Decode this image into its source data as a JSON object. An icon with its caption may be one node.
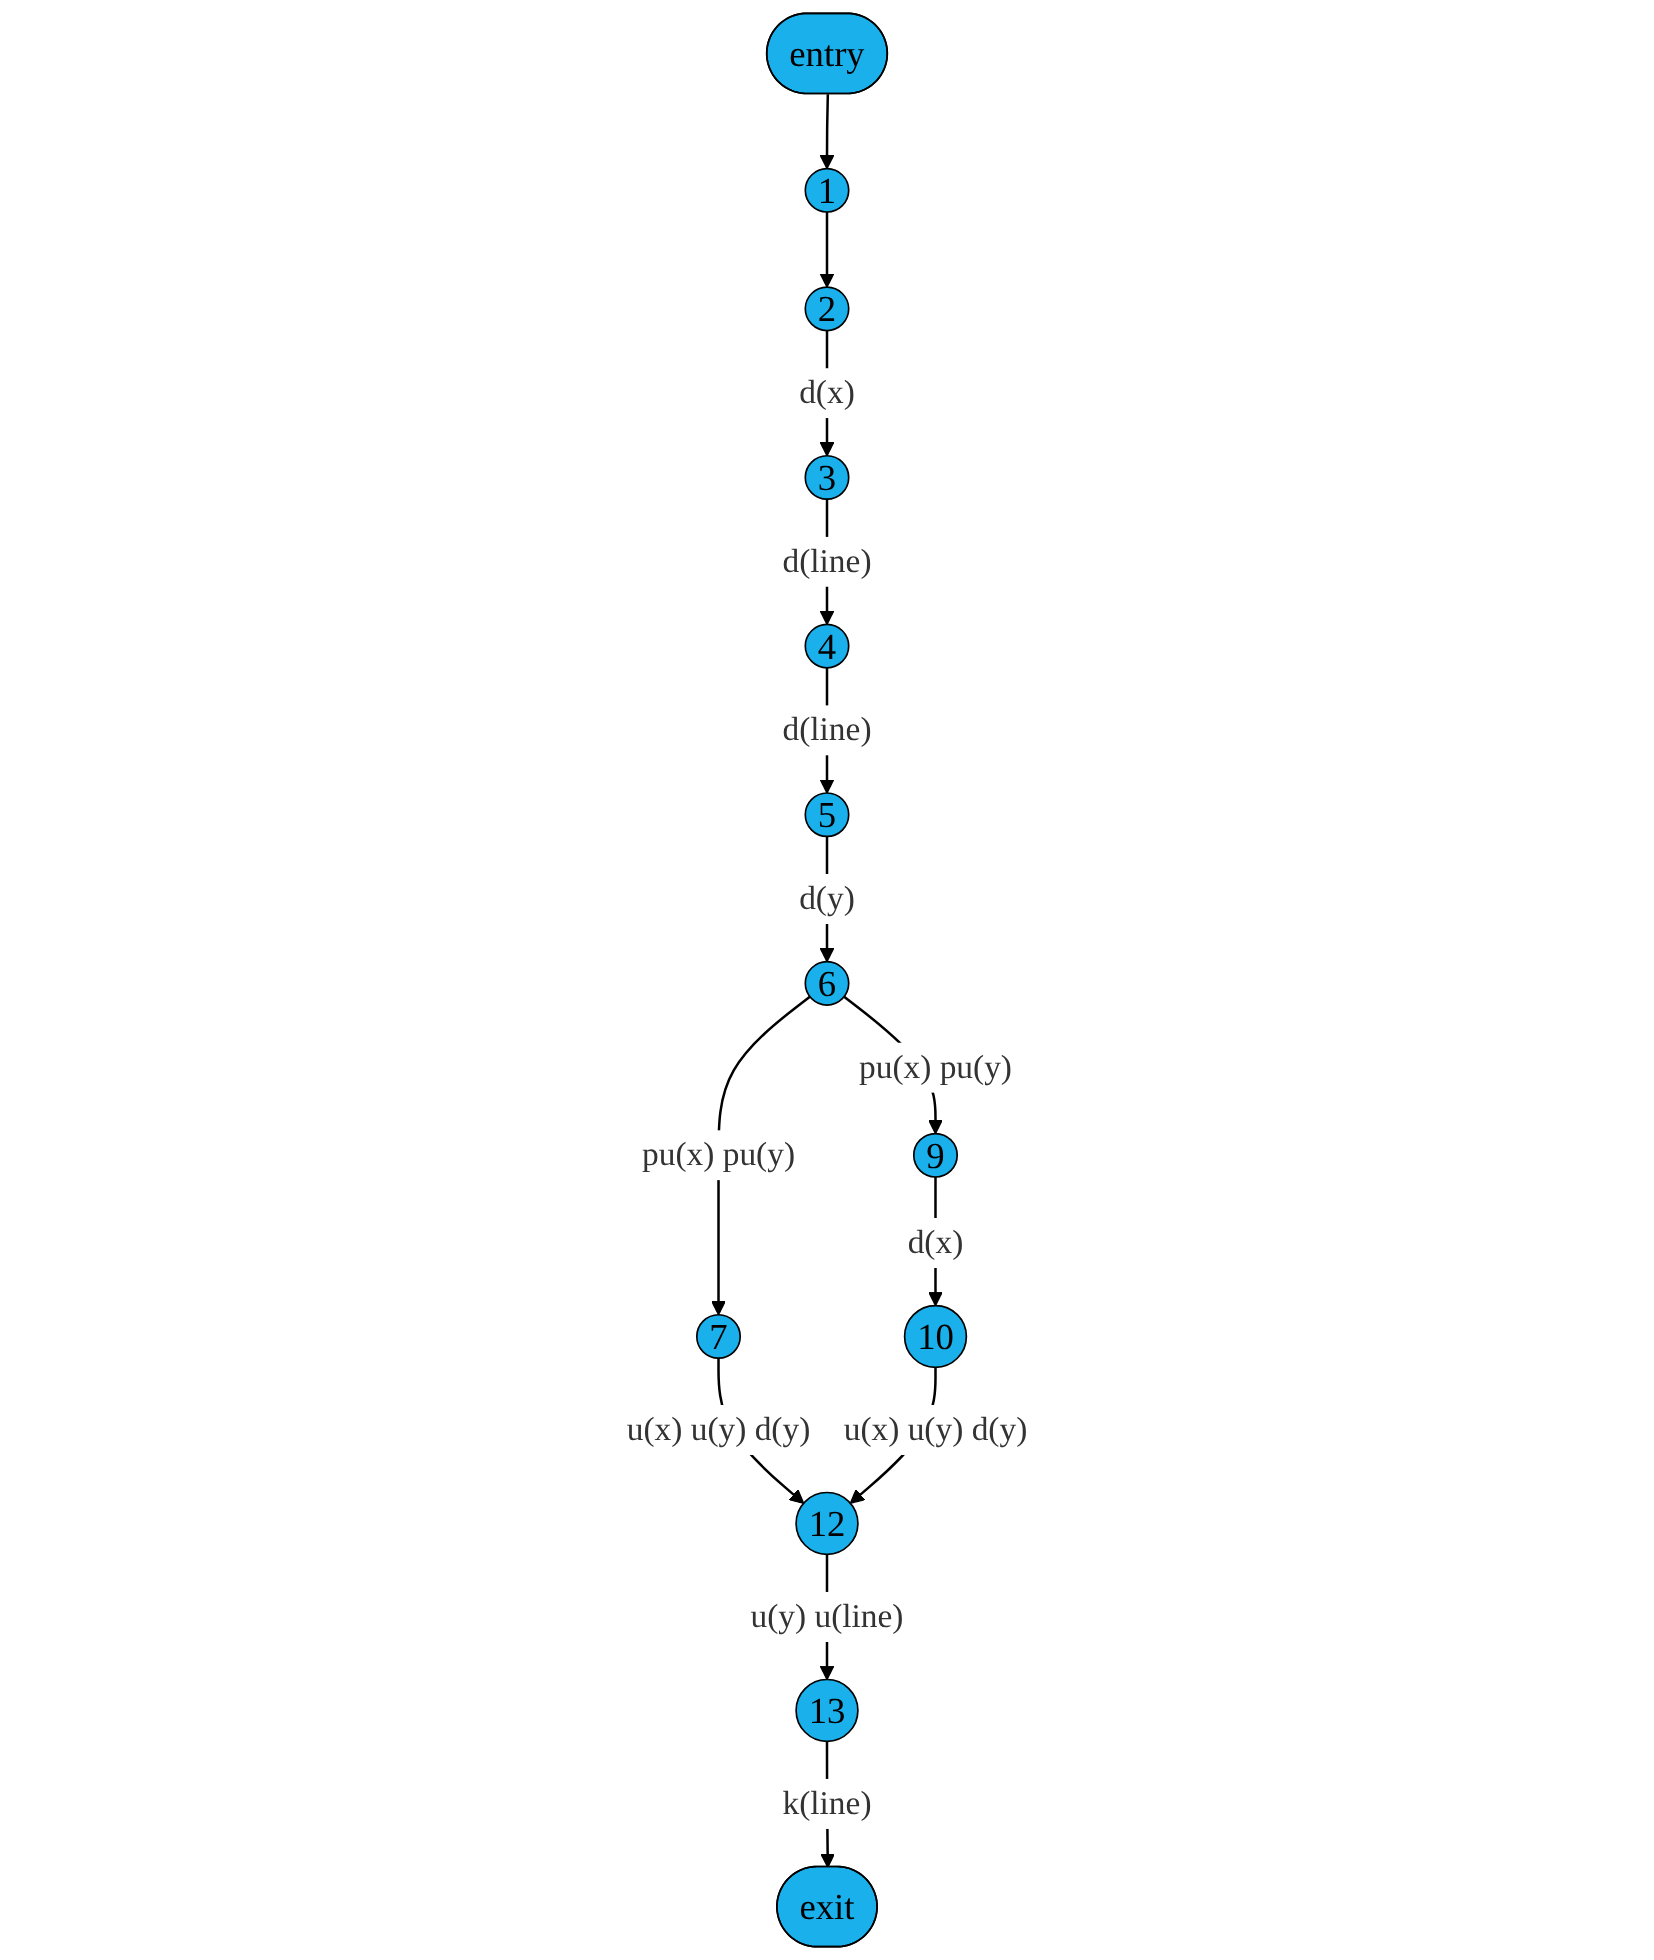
{
  "diagram": {
    "nodes": [
      {
        "text": [
          "entry"
        ]
      },
      {
        "text": [
          "1"
        ]
      },
      {
        "text": [
          "2"
        ]
      },
      {
        "text": [
          "3"
        ]
      },
      {
        "text": [
          "4"
        ]
      },
      {
        "text": [
          "5"
        ]
      },
      {
        "text": [
          "6"
        ]
      },
      {
        "text": [
          "9"
        ]
      },
      {
        "text": [
          "7"
        ]
      },
      {
        "text": [
          "10"
        ]
      },
      {
        "text": [
          "12"
        ]
      },
      {
        "text": [
          "13"
        ]
      },
      {
        "text": [
          "exit"
        ]
      }
    ],
    "edges": [
      {
        "from": 0,
        "to": 1,
        "arrow": "to"
      },
      {
        "from": 1,
        "to": 2,
        "arrow": "to"
      },
      {
        "from": 2,
        "to": 3,
        "arrow": "to",
        "label": "d(x)"
      },
      {
        "from": 3,
        "to": 4,
        "arrow": "to",
        "label": "d(line)"
      },
      {
        "from": 4,
        "to": 5,
        "arrow": "to",
        "label": "d(line)"
      },
      {
        "from": 5,
        "to": 6,
        "arrow": "to",
        "label": "d(y)"
      },
      {
        "from": 6,
        "to": 7,
        "arrow": "to",
        "label": "pu(x) pu(y)"
      },
      {
        "from": 6,
        "to": 8,
        "arrow": "to",
        "label": "pu(x) pu(y)"
      },
      {
        "from": 7,
        "to": 9,
        "arrow": "to",
        "label": "d(x)"
      },
      {
        "from": 8,
        "to": 10,
        "arrow": "to",
        "label": "u(x) u(y) d(y)"
      },
      {
        "from": 9,
        "to": 10,
        "arrow": "to",
        "label": "u(x) u(y) d(y)"
      },
      {
        "from": 10,
        "to": 11,
        "arrow": "to",
        "label": "u(y) u(line)"
      },
      {
        "from": 11,
        "to": 12,
        "arrow": "to",
        "label": "k(line)"
      }
    ]
  }
}
